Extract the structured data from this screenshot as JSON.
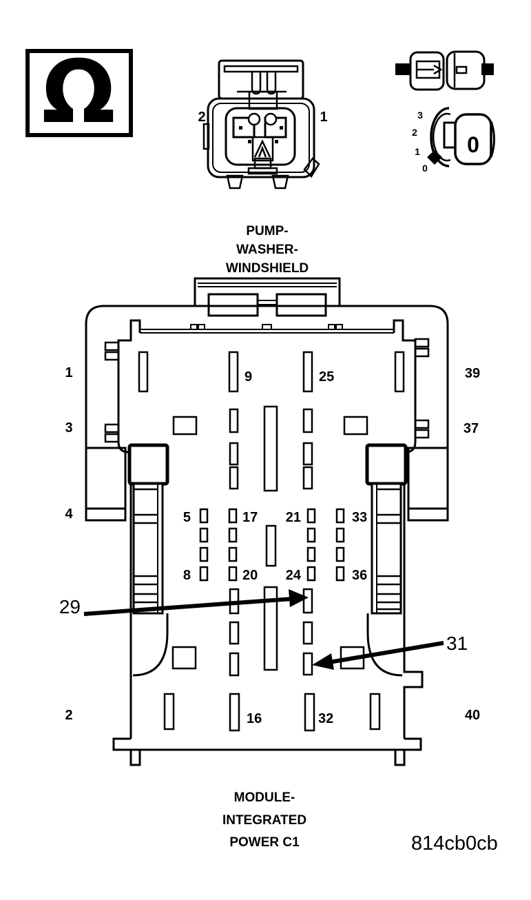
{
  "diagram": {
    "code": "814cb0cb",
    "ohm_symbol": "Ω",
    "icons": {
      "ohm": "ohm-symbol-icon",
      "inline_connector": "connector-pair-icon",
      "ignition_switch": "ignition-switch-icon"
    },
    "pump_connector": {
      "title_lines": [
        "PUMP-",
        "WASHER-",
        "WINDSHIELD"
      ],
      "pin_left": "2",
      "pin_right": "1"
    },
    "ignition_icon": {
      "positions": [
        "3",
        "2",
        "1",
        "0"
      ],
      "key_label": "0"
    },
    "main_connector": {
      "title_lines": [
        "MODULE-",
        "INTEGRATED",
        "POWER C1"
      ],
      "left_labels": [
        "1",
        "3",
        "4",
        "2"
      ],
      "right_labels": [
        "39",
        "37",
        "40"
      ],
      "pin_labels": {
        "p9": "9",
        "p25": "25",
        "p5": "5",
        "p17": "17",
        "p21": "21",
        "p33": "33",
        "p8": "8",
        "p20": "20",
        "p24": "24",
        "p36": "36",
        "p16": "16",
        "p32": "32"
      },
      "callouts": [
        "29",
        "31"
      ]
    }
  }
}
